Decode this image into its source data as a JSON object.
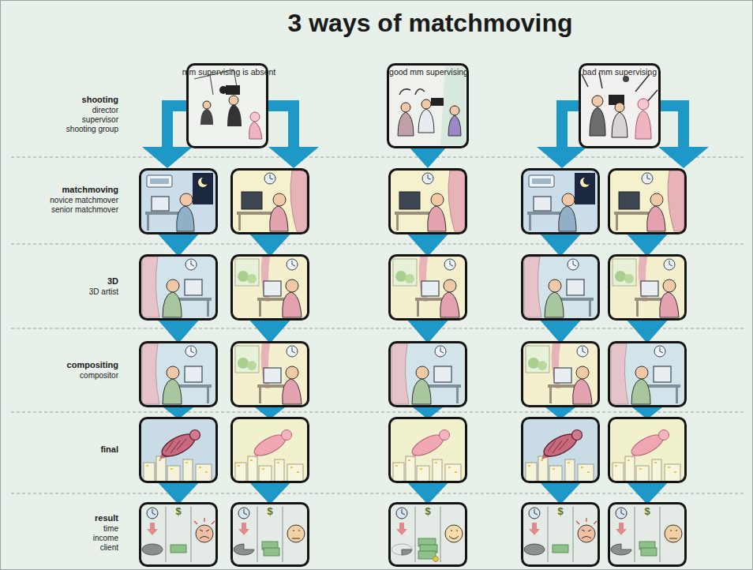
{
  "diagram": {
    "title": "3 ways of matchmoving",
    "labels": [
      "mm supervising is absent",
      "good mm supervising",
      "bad mm supervising",
      "shooting",
      "director",
      "supervisor",
      "shooting group",
      "matchmoving",
      "novice matchmover",
      "senior matchmover",
      "3D",
      "3D artist",
      "compositing",
      "compositor",
      "final",
      "result",
      "time",
      "income",
      "client",
      "$",
      "$",
      "$",
      "$",
      "$"
    ]
  }
}
